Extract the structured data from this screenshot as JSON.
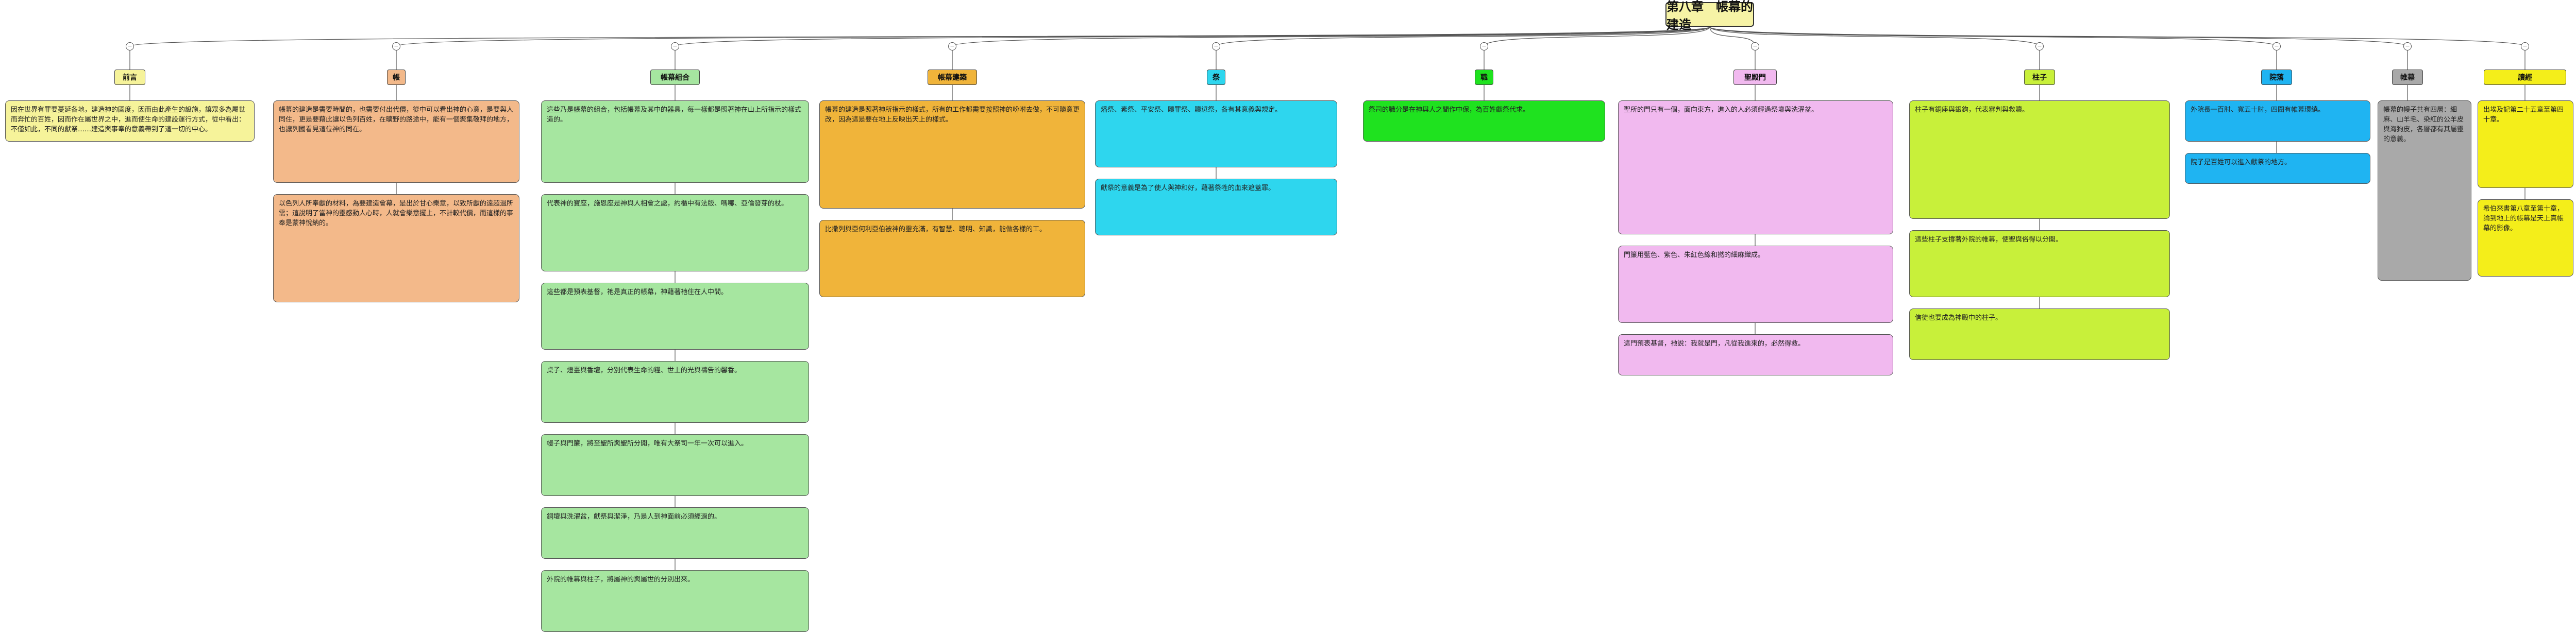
{
  "root": {
    "title": "第八章　帳幕的建造"
  },
  "branches": [
    {
      "id": "b1",
      "label": "前言",
      "color": "#f6f39a",
      "notes": [
        "因在世界有罪要蔓延各地，建造神的國度，因而由此產生的設施，讓眾多為屬世而奔忙的百姓，因而作在屬世界之中，進而使生命的建設運行方式，從中看出：不僅如此，不同的獻祭……建造與事奉的意義帶到了這一切的中心。"
      ]
    },
    {
      "id": "b2",
      "label": "帳",
      "color": "#f3b98a",
      "notes": [
        "帳幕的建造是需要時間的，也需要付出代價，從中可以看出神的心意，是要與人同住，更是要藉此讓以色列百姓，在曠野的路途中，能有一個聚集敬拜的地方，也讓列國看見這位神的同在。",
        "以色列人所奉獻的材料，為要建造會幕，是出於甘心樂意，以致所獻的遠超過所需；這說明了當神的靈感動人心時，人就會樂意擺上，不計較代價，而這樣的事奉是蒙神悅納的。"
      ]
    },
    {
      "id": "b3",
      "label": "帳幕組合",
      "color": "#a6e6a0",
      "notes": [
        "這些乃是帳幕的組合，包括帳幕及其中的器具，每一樣都是照著神在山上所指示的樣式造的。",
        "代表神的寶座，施恩座是神與人相會之處，約櫃中有法版、嗎哪、亞倫發芽的杖。",
        "這些都是預表基督，祂是真正的帳幕，神藉著祂住在人中間。",
        "桌子、燈臺與香壇，分別代表生命的糧、世上的光與禱告的馨香。",
        "幔子與門簾，將至聖所與聖所分開，唯有大祭司一年一次可以進入。",
        "銅壇與洗濯盆，獻祭與潔淨，乃是人到神面前必須經過的。",
        "外院的帷幕與柱子，將屬神的與屬世的分別出來。"
      ]
    },
    {
      "id": "b4",
      "label": "帳幕建築",
      "color": "#f0b43a",
      "notes": [
        "帳幕的建造是照著神所指示的樣式，所有的工作都需要按照神的吩咐去做，不可隨意更改，因為這是要在地上反映出天上的樣式。",
        "比撒列與亞何利亞伯被神的靈充滿，有智慧、聰明、知識，能做各樣的工。"
      ]
    },
    {
      "id": "b5",
      "label": "祭",
      "color": "#2ed6ee",
      "notes": [
        "燔祭、素祭、平安祭、贖罪祭、贖愆祭，各有其意義與規定。",
        "獻祭的意義是為了使人與神和好，藉著祭牲的血來遮蓋罪。"
      ]
    },
    {
      "id": "b6",
      "label": "職",
      "color": "#1fe21f",
      "notes": [
        "祭司的職分是在神與人之間作中保，為百姓獻祭代求。"
      ]
    },
    {
      "id": "b7",
      "label": "聖殿門",
      "color": "#f1b9ef",
      "notes": [
        "聖所的門只有一個，面向東方，進入的人必須經過祭壇與洗濯盆。",
        "門簾用藍色、紫色、朱紅色線和撚的細麻織成。",
        "這門預表基督，祂說：我就是門，凡從我進來的，必然得救。"
      ]
    },
    {
      "id": "b8",
      "label": "柱子",
      "color": "#c8f03a",
      "notes": [
        "柱子有銅座與銀鉤，代表審判與救贖。",
        "這些柱子支撐著外院的帷幕，使聖與俗得以分開。",
        "信徒也要成為神殿中的柱子。"
      ]
    },
    {
      "id": "b9",
      "label": "院落",
      "color": "#1fb4f2",
      "notes": [
        "外院長一百肘、寬五十肘，四圍有帷幕環繞。",
        "院子是百姓可以進入獻祭的地方。"
      ]
    },
    {
      "id": "b10",
      "label": "帷幕",
      "color": "#a9a9a9",
      "notes": [
        "帳幕的幔子共有四層：細麻、山羊毛、染紅的公羊皮與海狗皮，各層都有其屬靈的意義。"
      ]
    },
    {
      "id": "b11",
      "label": "讀經",
      "color": "#f4ee1a",
      "notes": [
        "出埃及記第二十五章至第四十章。",
        "希伯來書第八章至第十章，論到地上的帳幕是天上真帳幕的影像。"
      ]
    }
  ]
}
